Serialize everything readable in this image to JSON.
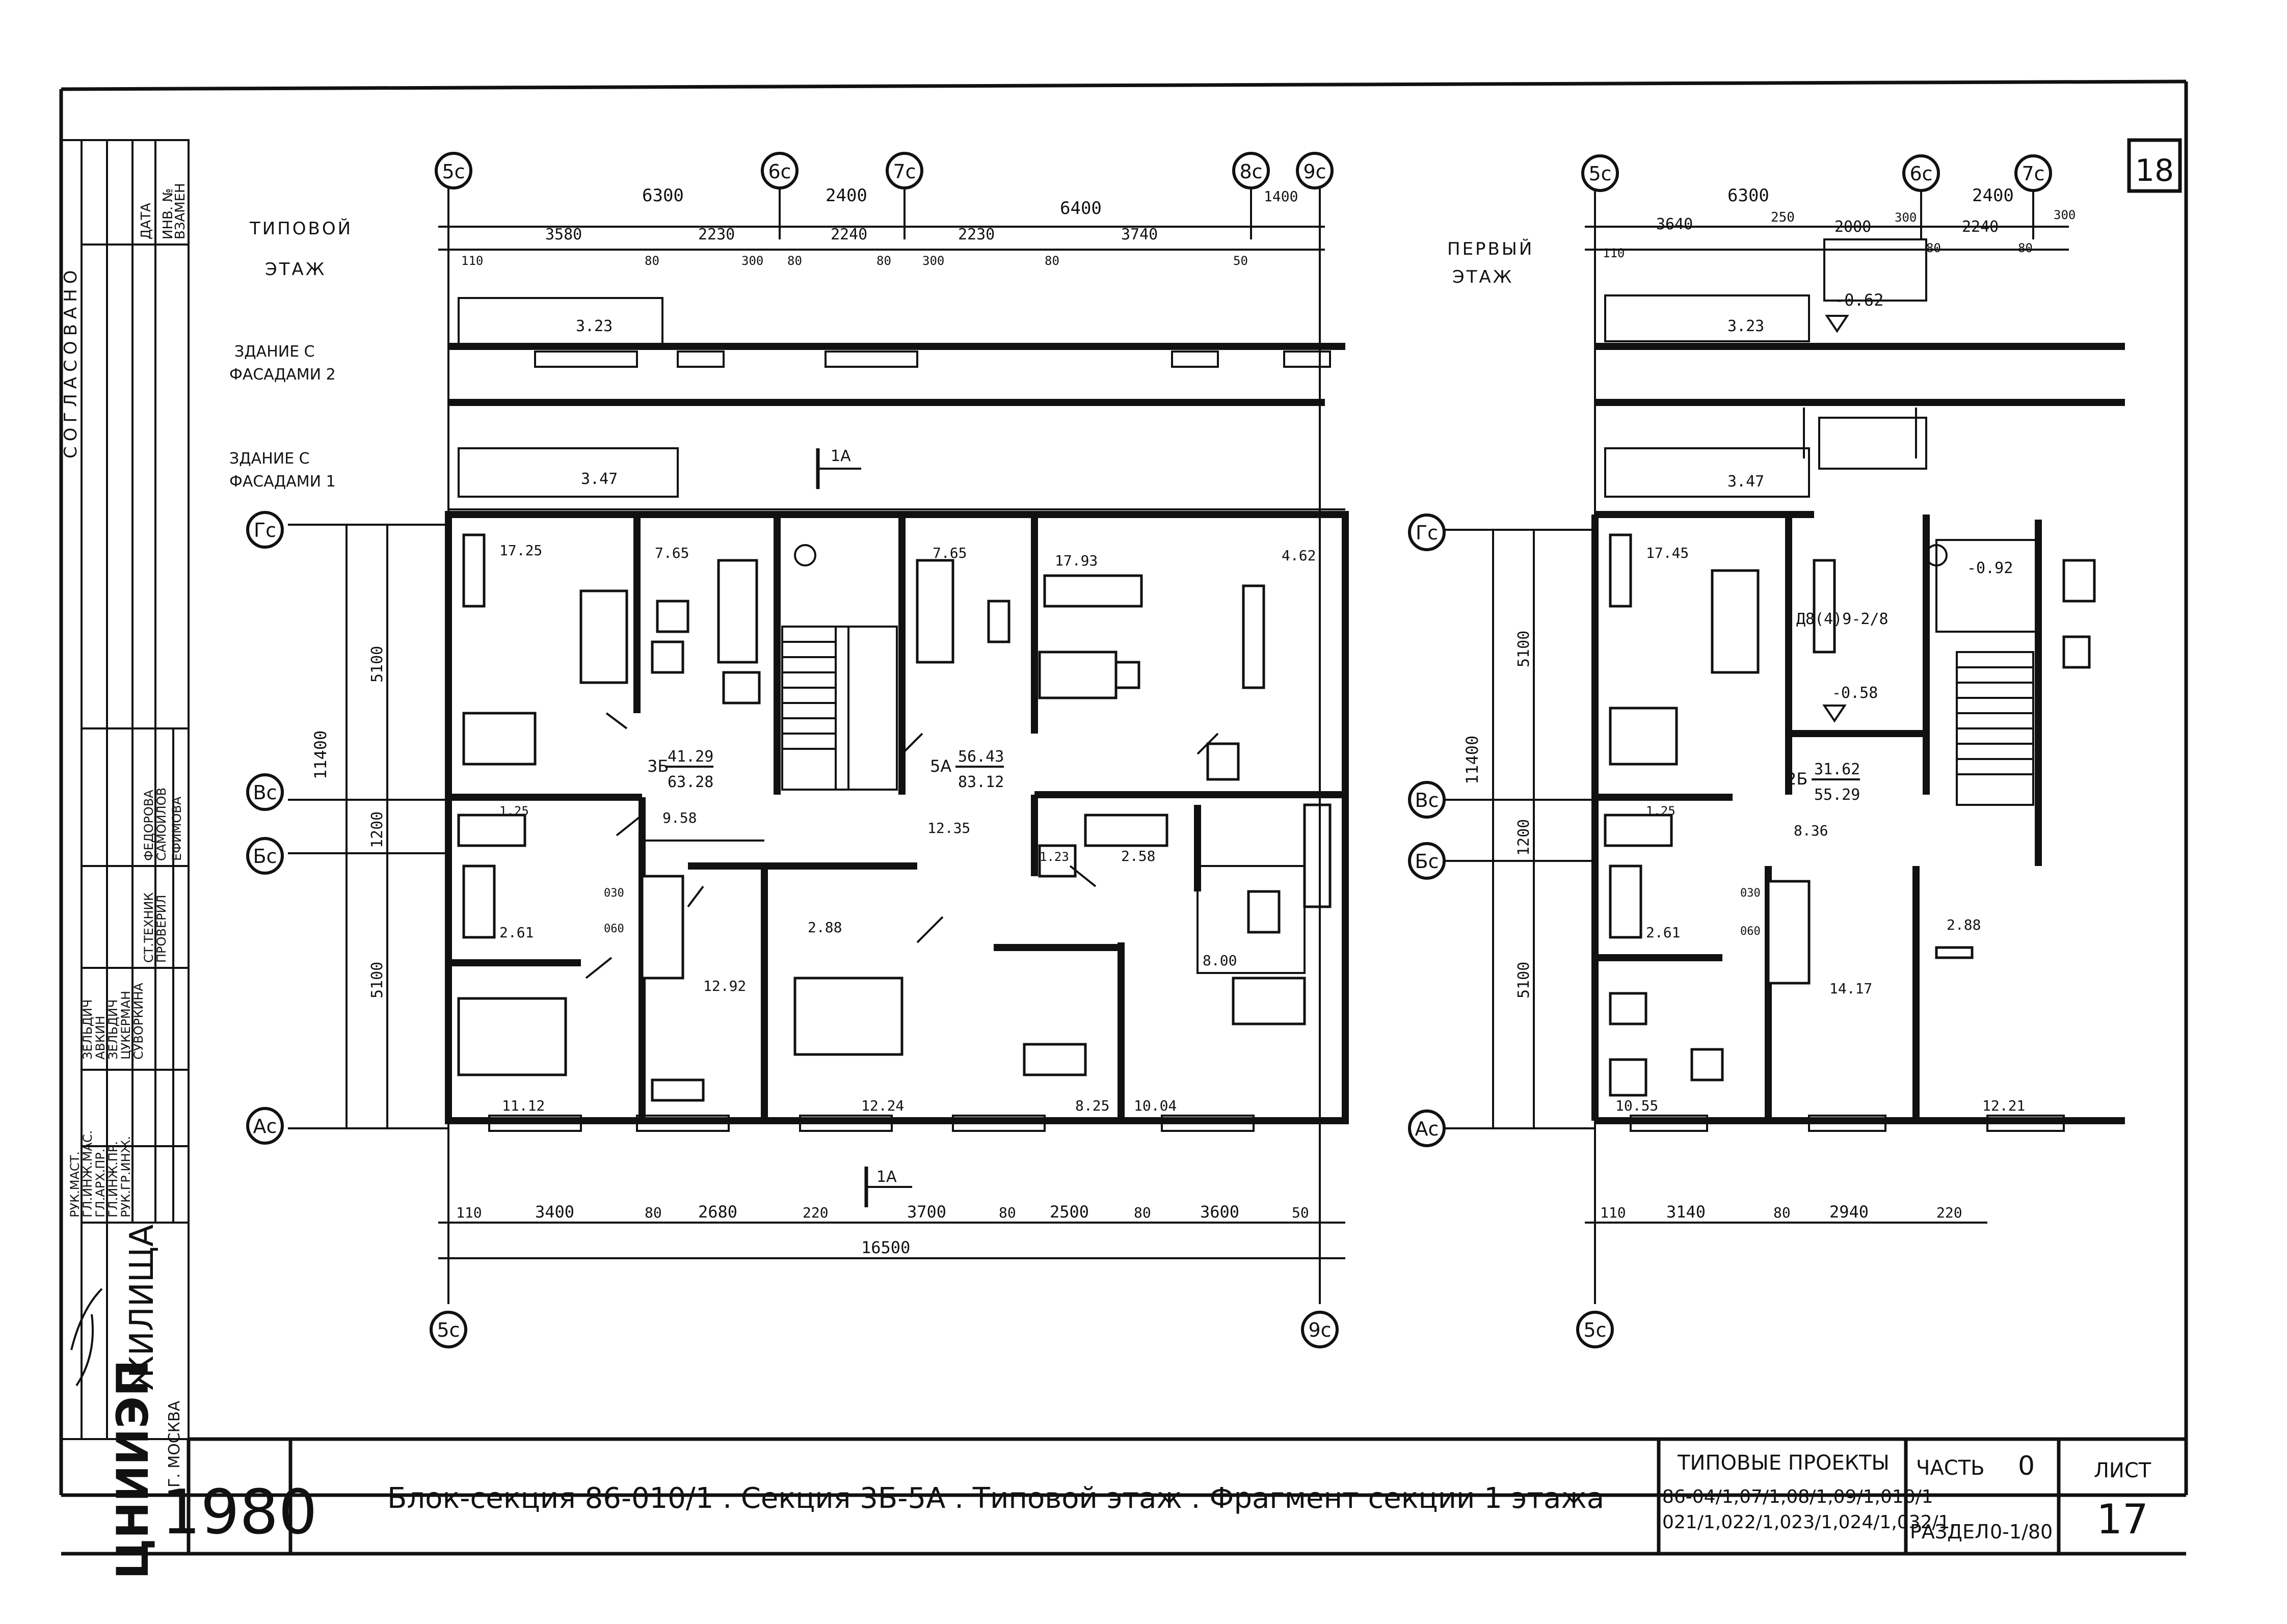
{
  "sheet_number_top": "18",
  "typical_floor": {
    "title_line1": "ТИПОВОЙ",
    "title_line2": "ЭТАЖ",
    "facades2_line1": "ЗДАНИЕ С",
    "facades2_line2": "ФАСАДАМИ 2",
    "facades1_line1": "ЗДАНИЕ С",
    "facades1_line2": "ФАСАДАМИ 1",
    "top_axes": [
      "5с",
      "6с",
      "7с",
      "8с",
      "9с"
    ],
    "left_axes": [
      "Гс",
      "Вс",
      "Бс",
      "Ас"
    ],
    "bottom_axes": [
      "5с",
      "9с"
    ],
    "top_dims_major": [
      "6300",
      "2400",
      "6400",
      "1400"
    ],
    "top_dims_minor": [
      "3580",
      "2230",
      "2240",
      "2230",
      "3740"
    ],
    "top_dims_small": [
      "110",
      "80",
      "300",
      "80",
      "80",
      "300",
      "80",
      "50"
    ],
    "left_dims": [
      "11400",
      "5100",
      "1200",
      "5100"
    ],
    "bottom_dims": [
      "110",
      "3400",
      "80",
      "2680",
      "220",
      "3700",
      "80",
      "2500",
      "80",
      "3600",
      "50"
    ],
    "total_width": "16500",
    "section_mark": "1А",
    "rooms": [
      "3.23",
      "3.47",
      "17.25",
      "7.65",
      "7.65",
      "17.93",
      "4.62",
      "1.25",
      "9.58",
      "12.35",
      "1.23",
      "2.58",
      "2.61",
      "2.88",
      "8.00",
      "12.92",
      "11.12",
      "12.24",
      "8.25",
      "10.04",
      "030",
      "060"
    ],
    "apt_3b_label": "3Б",
    "apt_3b_living": "41.29",
    "apt_3b_total": "63.28",
    "apt_5a_label": "5А",
    "apt_5a_living": "56.43",
    "apt_5a_total": "83.12"
  },
  "first_floor": {
    "title_line1": "ПЕРВЫЙ",
    "title_line2": "ЭТАЖ",
    "top_axes": [
      "5с",
      "6с",
      "7с"
    ],
    "left_axes": [
      "Гс",
      "Вс",
      "Бс",
      "Ас"
    ],
    "bottom_axes": [
      "5с"
    ],
    "top_dims_major": [
      "6300",
      "2400"
    ],
    "top_dims_minor": [
      "3640",
      "250",
      "2000",
      "300",
      "2240"
    ],
    "top_dims_small": [
      "110",
      "80",
      "80",
      "300"
    ],
    "left_dims": [
      "11400",
      "5100",
      "1200",
      "5100"
    ],
    "bottom_dims": [
      "110",
      "3140",
      "80",
      "2940",
      "220"
    ],
    "levels": [
      "-0.62",
      "-0.92",
      "-0.58"
    ],
    "marking": "Д8(4)9-2/8",
    "rooms": [
      "3.23",
      "3.47",
      "17.45",
      "1.25",
      "8.36",
      "2.61",
      "2.88",
      "14.17",
      "10.55",
      "12.21",
      "030",
      "060"
    ],
    "apt_label": "2Б",
    "apt_living": "31.62",
    "apt_total": "55.29"
  },
  "side_stamp": {
    "agreed": "СОГЛАСОВАНО",
    "col_date": "ДАТА",
    "col_inv": "ИНВ. №",
    "col_replace": "ВЗАМЕН",
    "roles": [
      "РУК.МАСТ.",
      "ГЛ.ИНЖ.МАС.",
      "ГЛ.АРХ.ПР.",
      "ГЛ.ИНЖ.ПР.",
      "РУК.ГР.ИНЖ."
    ],
    "names": [
      "ЗЕЛЬДИЧ",
      "АВКИН",
      "ЗЕЛЬДИЧ",
      "ЦУКЕРМАН",
      "СУВОРКИНА"
    ],
    "roles2": [
      "СТ.ТЕХНИК",
      "ПРОВЕРИЛ"
    ],
    "names2": [
      "ФЕДОРОВА",
      "САМОЙЛОВ",
      "ЕФИМОВА"
    ],
    "org_main": "ЦНИИЭП",
    "org_sub": "ЖИЛИЩА",
    "city": "Г. МОСКВА"
  },
  "title_block": {
    "year": "1980",
    "title": "Блок-секция 86-010/1 . Секция 3Б-5А . Типовой этаж . Фрагмент секции 1 этажа",
    "projects_label": "ТИПОВЫЕ ПРОЕКТЫ",
    "projects_line1": "86-04/1,07/1,08/1,09/1,010/1",
    "projects_line2": "021/1,022/1,023/1,024/1,032/1,",
    "part_label": "ЧАСТЬ",
    "part_value": "0",
    "section_label": "РАЗДЕЛ",
    "section_value": "0-1/80",
    "sheet_label": "ЛИСТ",
    "sheet_value": "17"
  }
}
